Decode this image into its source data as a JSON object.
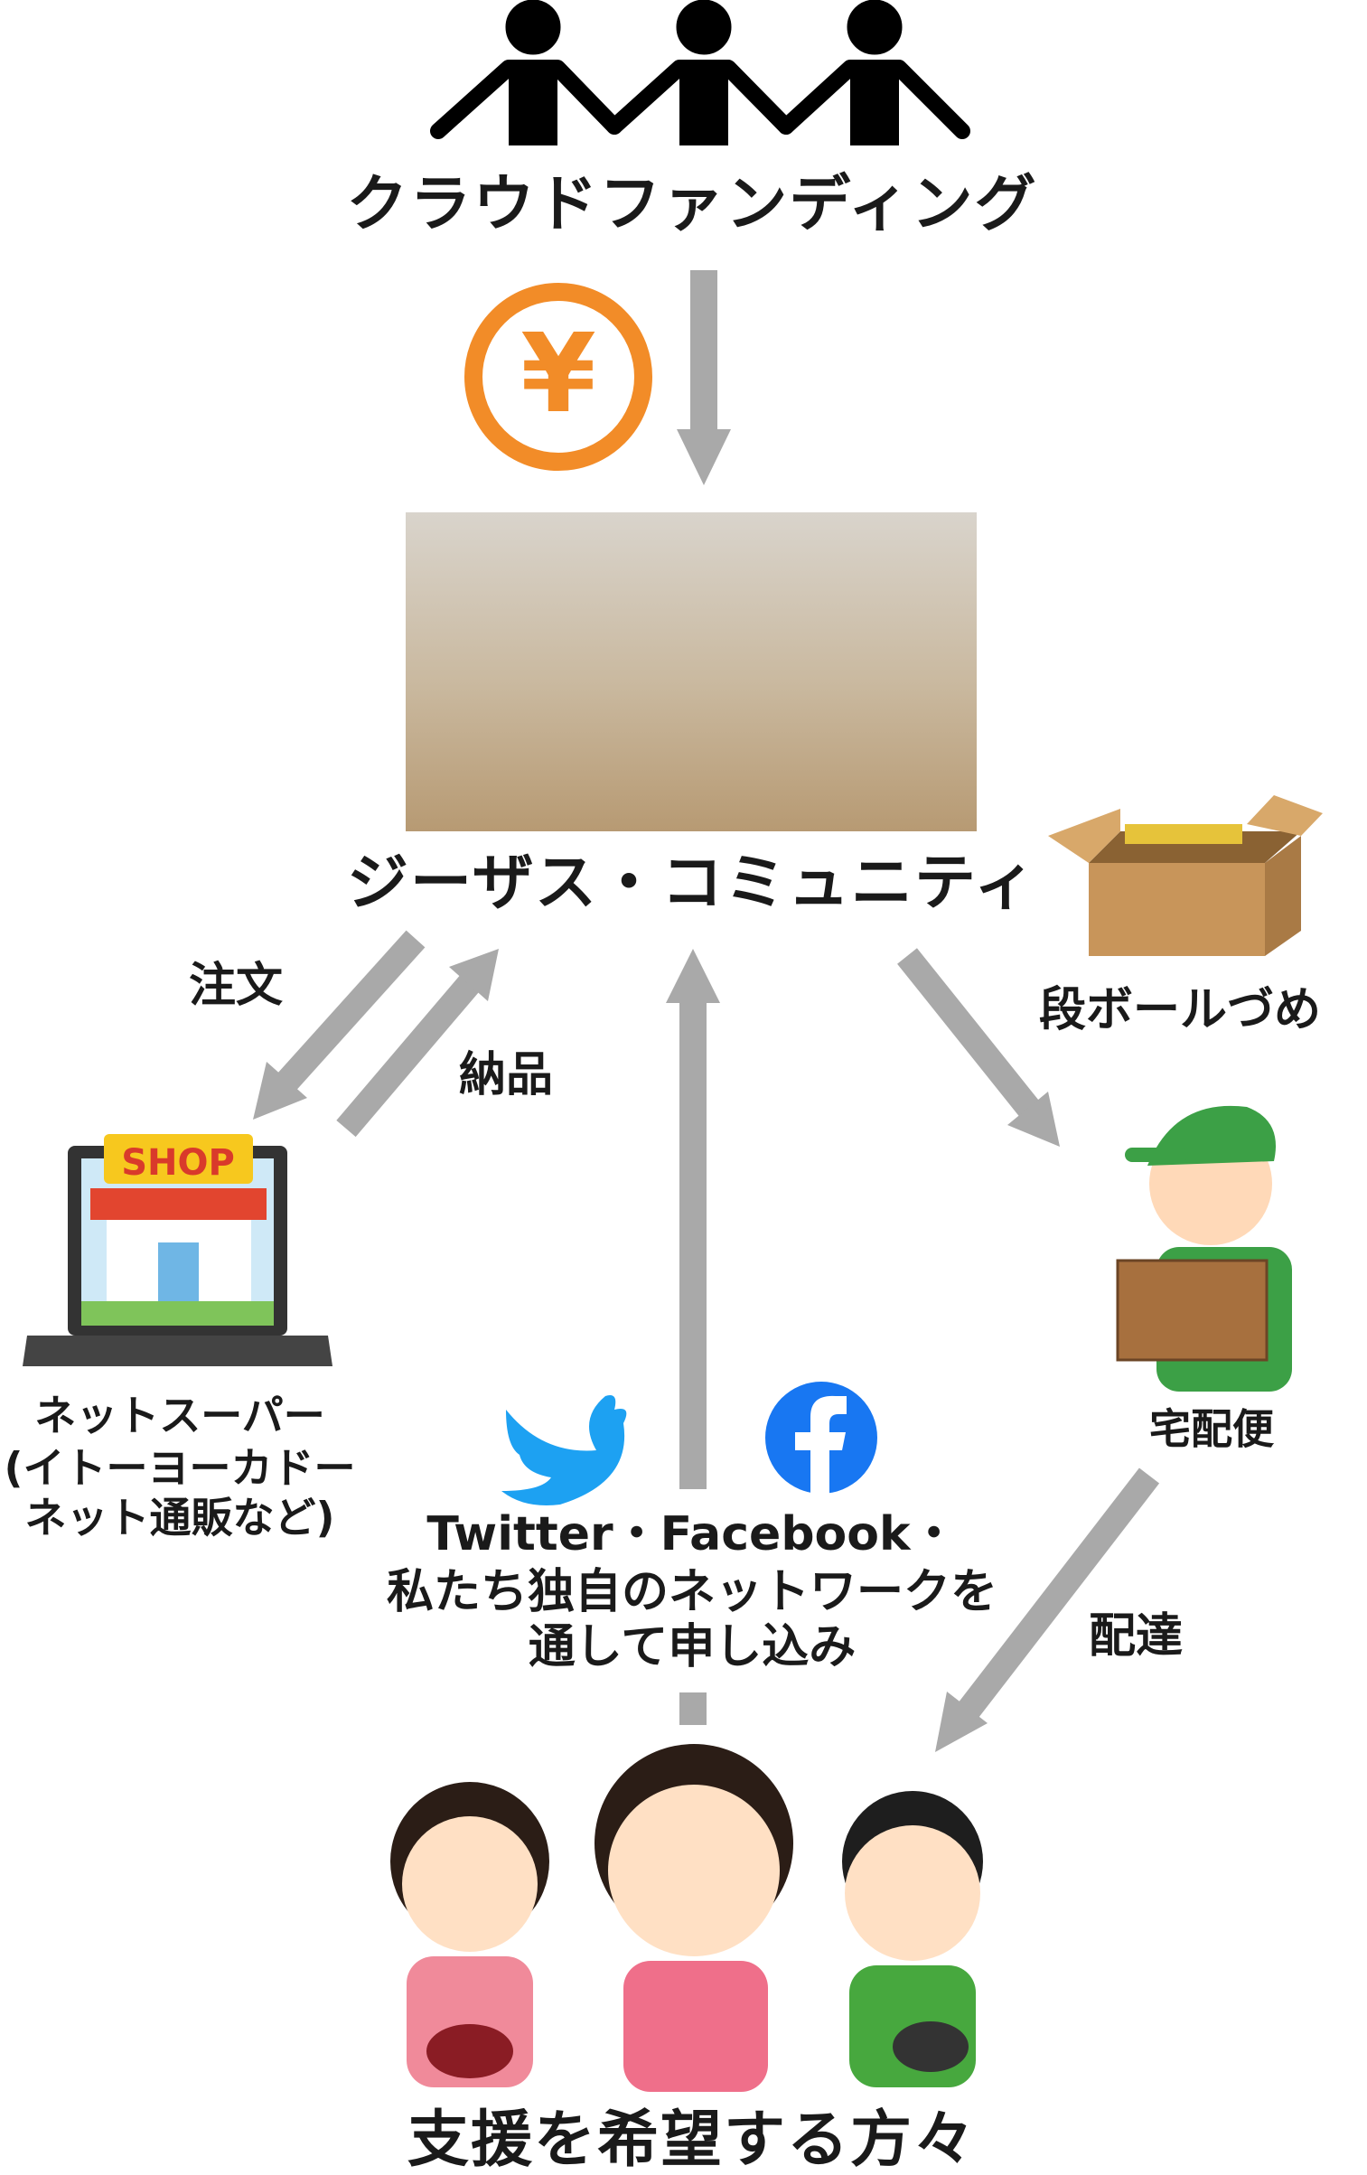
{
  "top": {
    "title": "クラウドファンディング",
    "currency_icon": "yen-icon"
  },
  "center": {
    "title": "ジーザス・コミュニティ"
  },
  "left": {
    "order_label": "注文",
    "delivery_label": "納品",
    "shop_sign": "SHOP",
    "shop_lines": [
      "ネットスーパー",
      "(イトーヨーカドー",
      "ネット通販など)"
    ]
  },
  "right": {
    "packing_label": "段ボールづめ",
    "courier_label": "宅配便",
    "deliver_label": "配達"
  },
  "middle": {
    "lines": [
      "Twitter・Facebook・",
      "私たち独自のネットワークを",
      "通して申し込み"
    ]
  },
  "bottom": {
    "title": "支援を希望する方々"
  },
  "colors": {
    "arrow": "#a9a9a9",
    "yen": "#f28c28",
    "twitter": "#1da1f2",
    "facebook": "#1877f2"
  }
}
